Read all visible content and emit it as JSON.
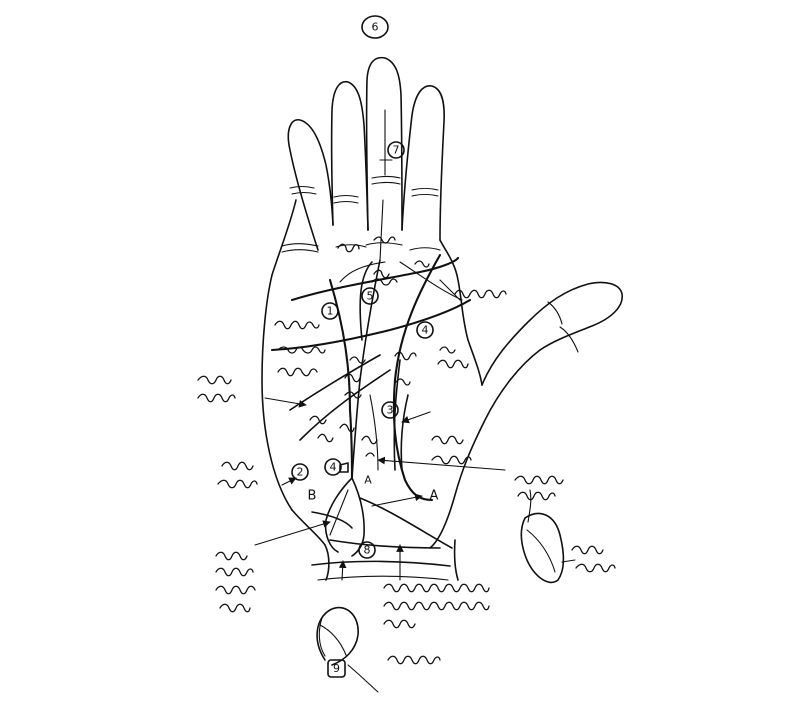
{
  "page_marker": "6",
  "mounts": [
    "1",
    "2",
    "3",
    "4",
    "5",
    "7",
    "8",
    "9"
  ],
  "points": [
    "A",
    "B",
    "A"
  ]
}
